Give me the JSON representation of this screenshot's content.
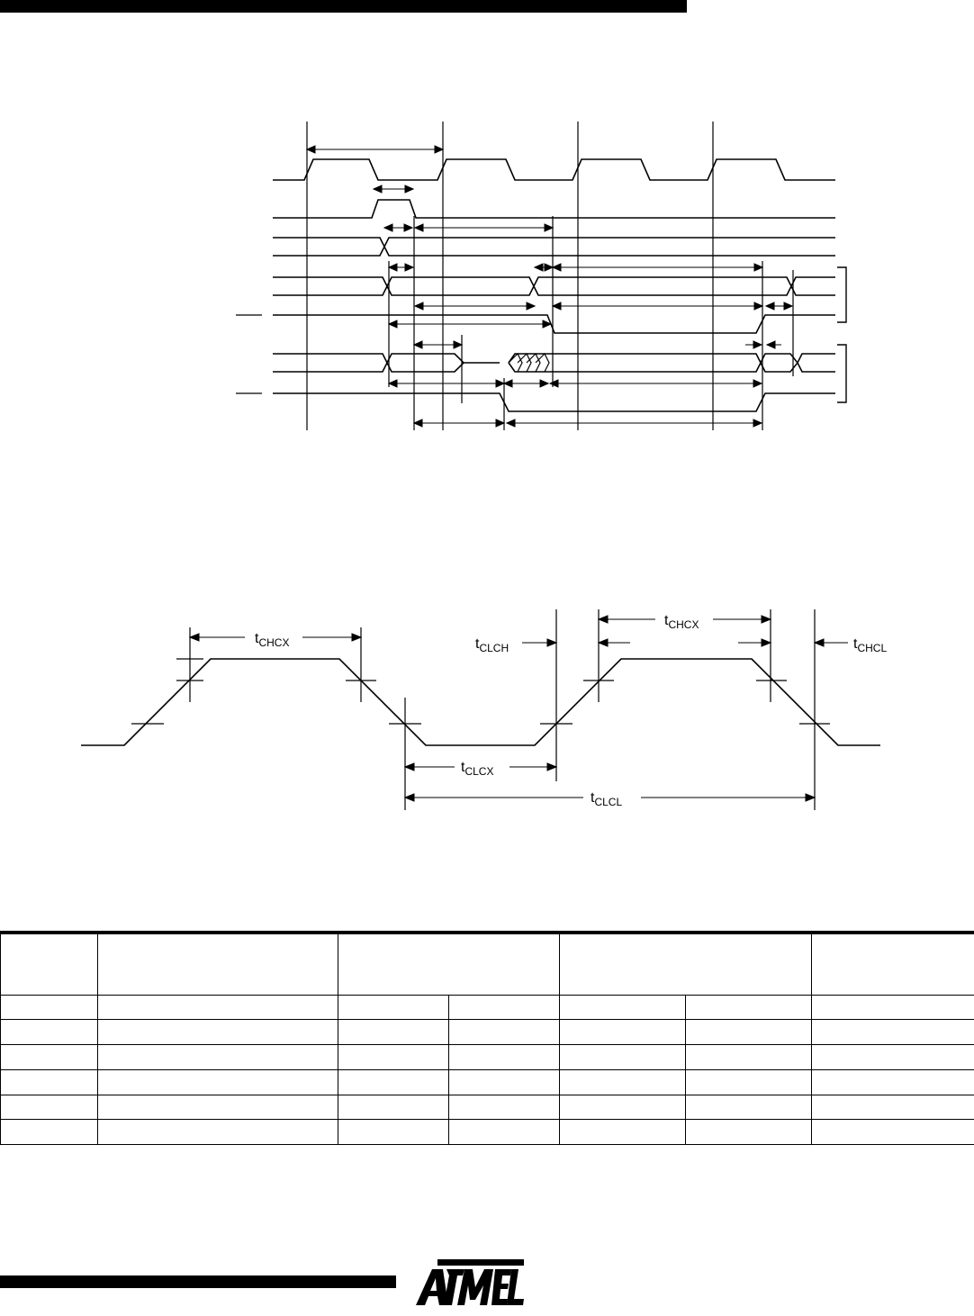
{
  "clock_timing": {
    "tchcx_left": {
      "base": "t",
      "sub": "CHCX"
    },
    "tclch": {
      "base": "t",
      "sub": "CLCH"
    },
    "tchcx_right": {
      "base": "t",
      "sub": "CHCX"
    },
    "tchcl": {
      "base": "t",
      "sub": "CHCL"
    },
    "tclcx": {
      "base": "t",
      "sub": "CLCX"
    },
    "tclcl": {
      "base": "t",
      "sub": "CLCL"
    }
  },
  "logo": {
    "name": "Atmel"
  },
  "colors": {
    "ink": "#000000",
    "background": "#ffffff"
  }
}
